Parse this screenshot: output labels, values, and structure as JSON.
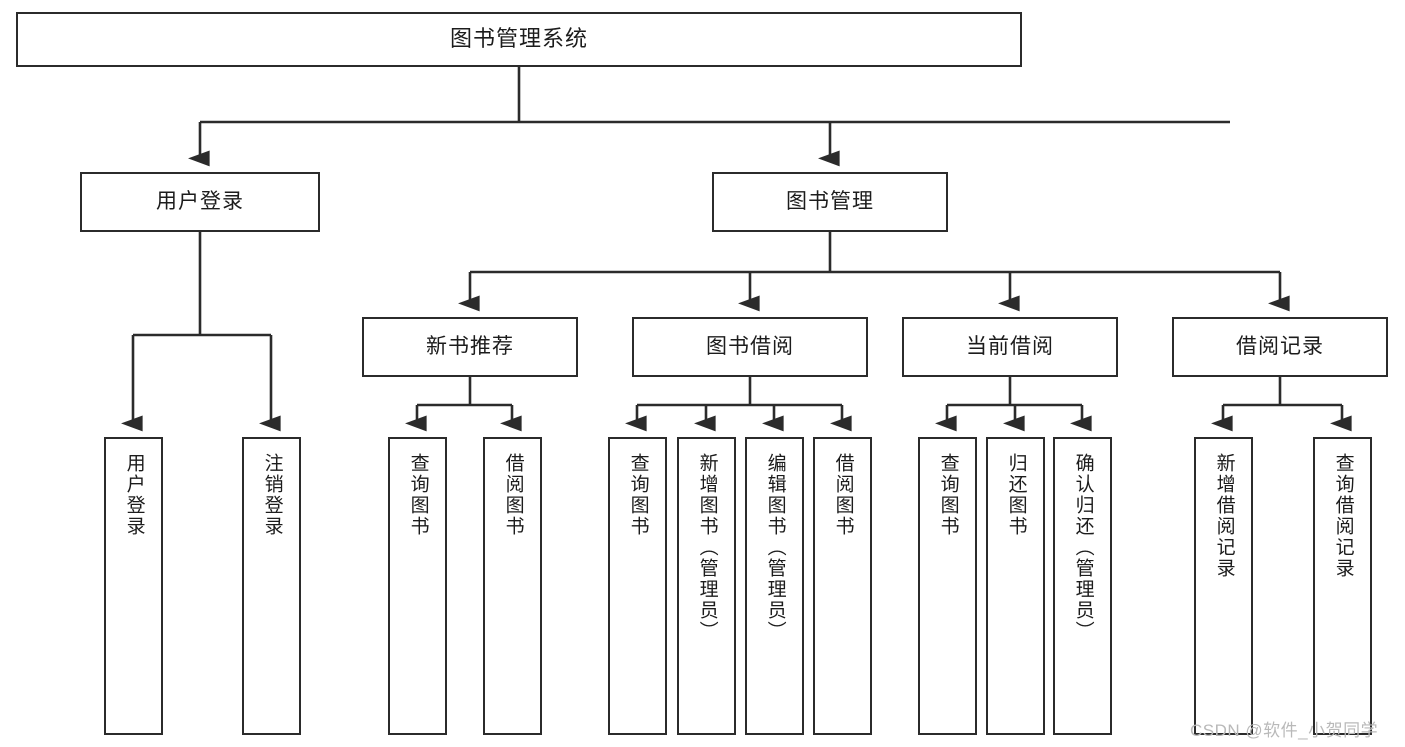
{
  "diagram": {
    "type": "tree-hierarchy-chart",
    "title": "图书管理系统",
    "orientation": "top-down",
    "colors": {
      "stroke": "#2b2b2b",
      "fill": "#ffffff",
      "text": "#1c1c1c",
      "watermark": "#b9b9b9"
    },
    "root": {
      "id": "root",
      "label": "图书管理系统"
    },
    "level2": [
      {
        "id": "user-login",
        "label": "用户登录"
      },
      {
        "id": "book-manage",
        "label": "图书管理"
      }
    ],
    "level3": [
      {
        "id": "new-book-recommend",
        "label": "新书推荐",
        "parent": "book-manage"
      },
      {
        "id": "book-borrow",
        "label": "图书借阅",
        "parent": "book-manage"
      },
      {
        "id": "current-borrow",
        "label": "当前借阅",
        "parent": "book-manage"
      },
      {
        "id": "borrow-record",
        "label": "借阅记录",
        "parent": "book-manage"
      }
    ],
    "leaves": [
      {
        "id": "leaf-user-login",
        "label": "用户登录",
        "parent": "user-login"
      },
      {
        "id": "leaf-user-logout",
        "label": "注销登录",
        "parent": "user-login"
      },
      {
        "id": "leaf-query-book-1",
        "label": "查询图书",
        "parent": "new-book-recommend"
      },
      {
        "id": "leaf-borrow-book-1",
        "label": "借阅图书",
        "parent": "new-book-recommend"
      },
      {
        "id": "leaf-query-book-2",
        "label": "查询图书",
        "parent": "book-borrow"
      },
      {
        "id": "leaf-add-book",
        "label": "新增图书（管理员）",
        "parent": "book-borrow"
      },
      {
        "id": "leaf-edit-book",
        "label": "编辑图书（管理员）",
        "parent": "book-borrow"
      },
      {
        "id": "leaf-borrow-book-2",
        "label": "借阅图书",
        "parent": "book-borrow"
      },
      {
        "id": "leaf-query-book-3",
        "label": "查询图书",
        "parent": "current-borrow"
      },
      {
        "id": "leaf-return-book",
        "label": "归还图书",
        "parent": "current-borrow"
      },
      {
        "id": "leaf-confirm-return",
        "label": "确认归还（管理员）",
        "parent": "current-borrow"
      },
      {
        "id": "leaf-add-record",
        "label": "新增借阅记录",
        "parent": "borrow-record"
      },
      {
        "id": "leaf-query-record",
        "label": "查询借阅记录",
        "parent": "borrow-record"
      }
    ],
    "watermark": "CSDN @软件_小贺同学"
  }
}
